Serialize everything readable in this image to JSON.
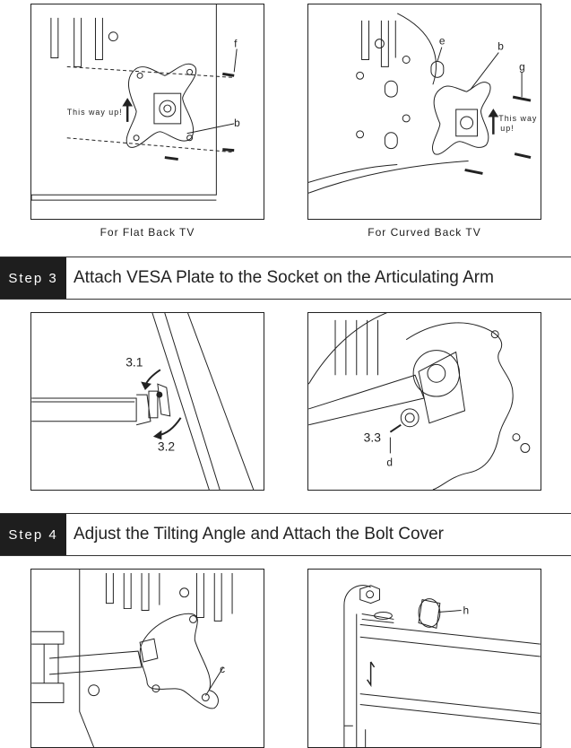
{
  "top": {
    "left_panel": {
      "caption": "For Flat Back TV",
      "label_f": "f",
      "label_b": "b",
      "arrow_text": "This way up!"
    },
    "right_panel": {
      "caption": "For Curved Back TV",
      "label_e": "e",
      "label_b": "b",
      "label_g": "g",
      "arrow_text_line1": "This way",
      "arrow_text_line2": "up!"
    }
  },
  "step3": {
    "badge": "Step 3",
    "title": "Attach VESA Plate to the Socket on the Articulating Arm",
    "left_panel": {
      "label_1": "3.1",
      "label_2": "3.2"
    },
    "right_panel": {
      "label_1": "3.3",
      "label_d": "d"
    }
  },
  "step4": {
    "badge": "Step 4",
    "title": "Adjust the Tilting Angle and Attach the Bolt Cover",
    "left_panel": {
      "label_c": "c"
    },
    "right_panel": {
      "label_h": "h"
    }
  }
}
